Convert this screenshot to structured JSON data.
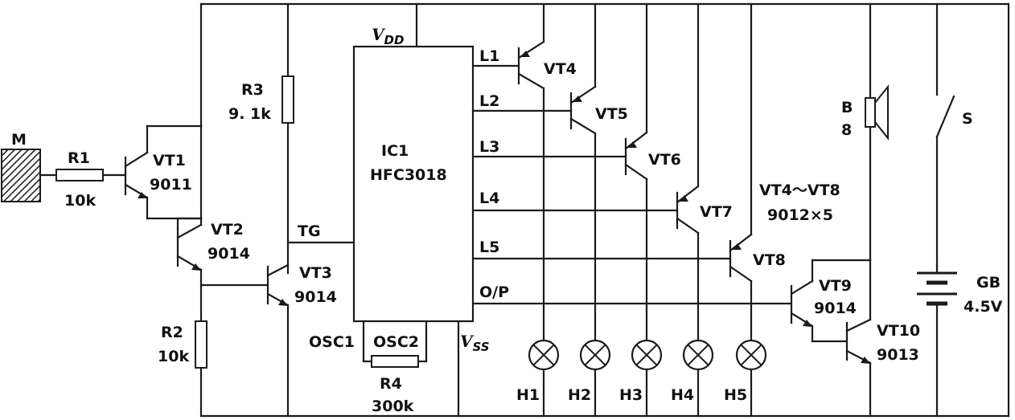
{
  "components": {
    "mic": "M",
    "r1_name": "R1",
    "r1_value": "10k",
    "r2_name": "R2",
    "r2_value": "10k",
    "r3_name": "R3",
    "r3_value": "9. 1k",
    "r4_name": "R4",
    "r4_value": "300k",
    "vt1_name": "VT1",
    "vt1_part": "9011",
    "vt2_name": "VT2",
    "vt2_part": "9014",
    "vt3_name": "VT3",
    "vt3_part": "9014",
    "vt4": "VT4",
    "vt5": "VT5",
    "vt6": "VT6",
    "vt7": "VT7",
    "vt8": "VT8",
    "vt9_name": "VT9",
    "vt9_part": "9014",
    "vt10_name": "VT10",
    "vt10_part": "9013",
    "ic_name": "IC1",
    "ic_part": "HFC3018",
    "speaker_name": "B",
    "speaker_value": "8",
    "switch": "S",
    "battery_name": "GB",
    "battery_value": "4.5V",
    "transistor_note_1": "VT4～VT8",
    "transistor_note_2": "9012×5",
    "lamps": [
      "H1",
      "H2",
      "H3",
      "H4",
      "H5"
    ]
  },
  "ic_pins": {
    "vdd_main": "V",
    "vdd_sub": "DD",
    "vss_main": "V",
    "vss_sub": "SS",
    "tg": "TG",
    "osc1": "OSC1",
    "osc2": "OSC2",
    "outputs": [
      "L1",
      "L2",
      "L3",
      "L4",
      "L5",
      "O/P"
    ]
  }
}
